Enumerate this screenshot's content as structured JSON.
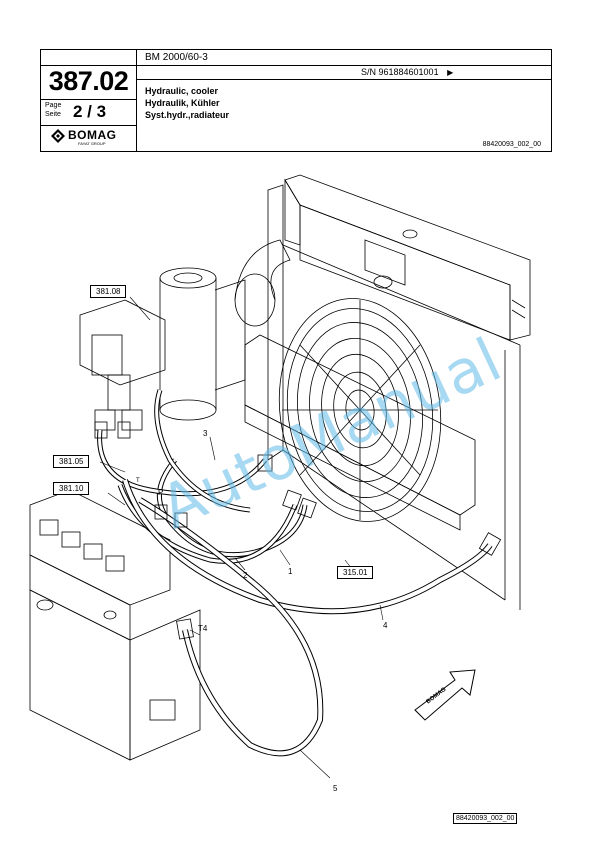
{
  "header": {
    "model": "BM 2000/60-3",
    "doc_number": "387.02",
    "page_label_1": "Page",
    "page_label_2": "Seite",
    "page_value": "2 / 3",
    "serial": "S/N 961884601001",
    "serial_arrow": "▶",
    "title_en": "Hydraulic, cooler",
    "title_de": "Hydraulik, Kühler",
    "title_fr": "Syst.hydr.,radiateur",
    "ref": "88420093_002_00",
    "logo_name": "BOMAG",
    "logo_sub": "FAYAT GROUP"
  },
  "callouts": {
    "c38108": "381.08",
    "c38105": "381.05",
    "c38110": "381.10",
    "c31501": "315.01"
  },
  "labels": {
    "n1": "1",
    "n2": "2",
    "n3": "3",
    "n4": "4",
    "n5": "5",
    "t4": "T4",
    "p": "P",
    "t": "T"
  },
  "arrow_text": "BOMAG",
  "watermark": "AutoManual",
  "footer_ref": "88420093_002_00"
}
